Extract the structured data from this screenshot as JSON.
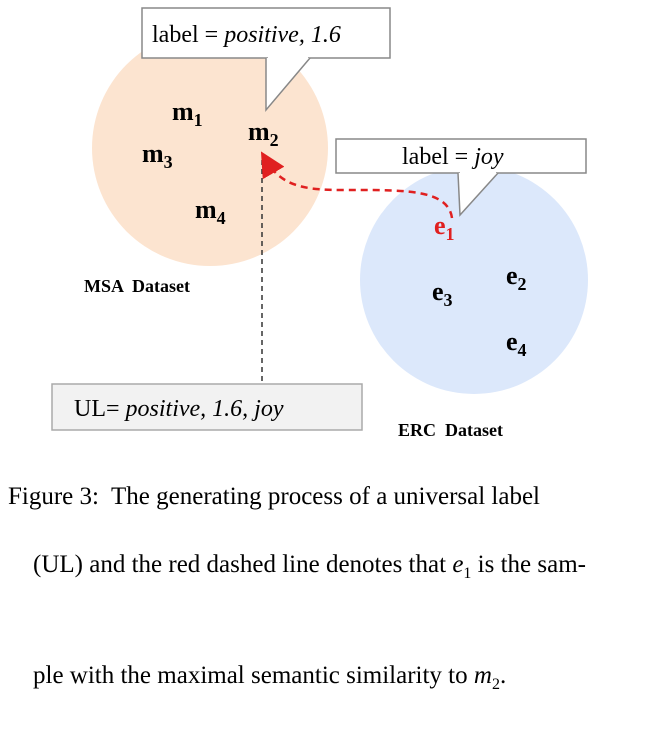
{
  "diagram": {
    "msa": {
      "name": "MSA  Dataset",
      "color": "#fce4d0",
      "nodes": [
        {
          "base": "m",
          "sub": "1"
        },
        {
          "base": "m",
          "sub": "2"
        },
        {
          "base": "m",
          "sub": "3"
        },
        {
          "base": "m",
          "sub": "4"
        }
      ],
      "label_box": {
        "prefix": "label = ",
        "value": "positive, 1.6"
      }
    },
    "erc": {
      "name": "ERC  Dataset",
      "color": "#dce8fb",
      "nodes": [
        {
          "base": "e",
          "sub": "1"
        },
        {
          "base": "e",
          "sub": "2"
        },
        {
          "base": "e",
          "sub": "3"
        },
        {
          "base": "e",
          "sub": "4"
        }
      ],
      "label_box": {
        "prefix": "label = ",
        "value": "joy"
      }
    },
    "ul_box": {
      "prefix": "UL= ",
      "value": "positive, 1.6, joy"
    },
    "highlight_color": "#e02020"
  },
  "caption": {
    "line1": "Figure 3:  The generating process of a universal label",
    "line2": "(UL) and the red dashed line denotes that ",
    "line2_var": "e",
    "line2_sub": "1",
    "line2_end": " is the sam-",
    "line3": "ple with the maximal semantic similarity to ",
    "line3_var": "m",
    "line3_sub": "2",
    "line3_end": "."
  }
}
